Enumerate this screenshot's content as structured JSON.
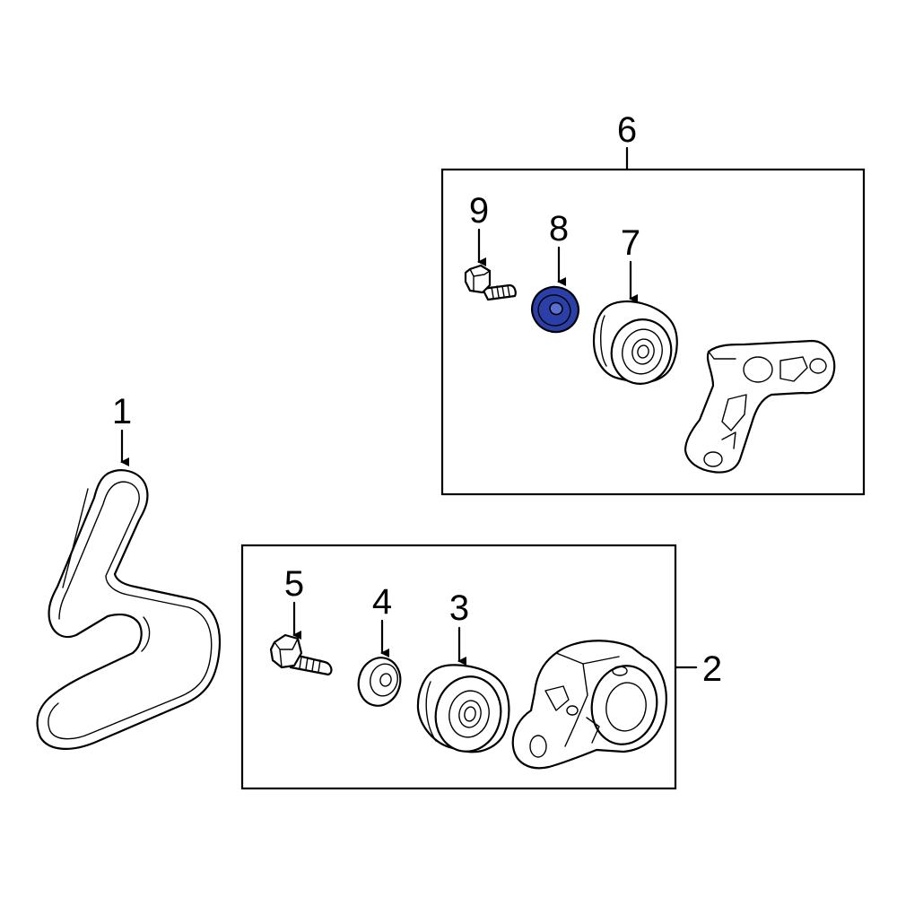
{
  "callouts": {
    "c1": "1",
    "c2": "2",
    "c3": "3",
    "c4": "4",
    "c5": "5",
    "c6": "6",
    "c7": "7",
    "c8": "8",
    "c9": "9"
  },
  "parts": [
    {
      "callout": "1",
      "icon": "serpentine-belt"
    },
    {
      "callout": "2",
      "icon": "tensioner-assembly-box"
    },
    {
      "callout": "3",
      "icon": "tensioner-pulley"
    },
    {
      "callout": "4",
      "icon": "dust-cover-washer"
    },
    {
      "callout": "5",
      "icon": "tensioner-bolt"
    },
    {
      "callout": "6",
      "icon": "idler-assembly-box"
    },
    {
      "callout": "7",
      "icon": "idler-pulley"
    },
    {
      "callout": "8",
      "icon": "pulley-dust-cover"
    },
    {
      "callout": "9",
      "icon": "idler-bolt"
    }
  ],
  "colors": {
    "line": "#000000",
    "background": "#ffffff",
    "highlight": "#2b3fa8"
  },
  "highlighted_part": "8"
}
